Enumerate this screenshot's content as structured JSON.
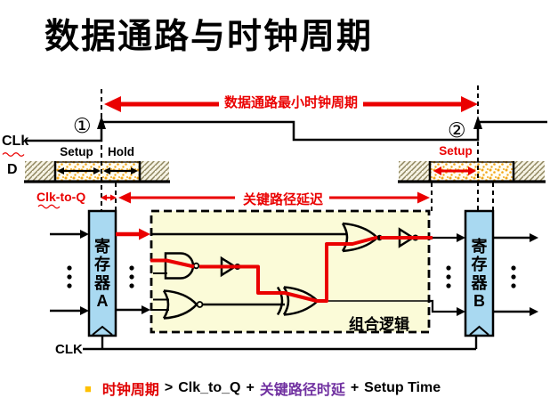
{
  "title": "数据通路与时钟周期",
  "timing": {
    "clk_label": "CLk",
    "d_label": "D",
    "setup_left": "Setup",
    "hold_left": "Hold",
    "setup_right": "Setup",
    "edge1_marker": "①",
    "edge2_marker": "②",
    "min_period_label": "数据通路最小时钟周期",
    "clk_to_q_label": "Clk-to-Q",
    "critical_path_label": "关键路径延迟"
  },
  "circuit": {
    "register_a": {
      "label": "寄存器A"
    },
    "register_b": {
      "label": "寄存器B"
    },
    "logic_label": "组合逻辑",
    "clk_label": "CLK"
  },
  "formula": {
    "bullet": "■",
    "term_clock": "时钟周期",
    "op_gt": ">",
    "term_clk_to_q": "Clk_to_Q",
    "op_plus1": "+",
    "term_critical": "关键路径时延",
    "op_plus2": "+",
    "term_setup": "Setup Time"
  },
  "colors": {
    "red": "#ea0000",
    "register_blue": "#a9d9f1",
    "logic_cream": "#fbfbd8",
    "purple": "#7030a0",
    "bullet_orange": "#ffc000"
  }
}
